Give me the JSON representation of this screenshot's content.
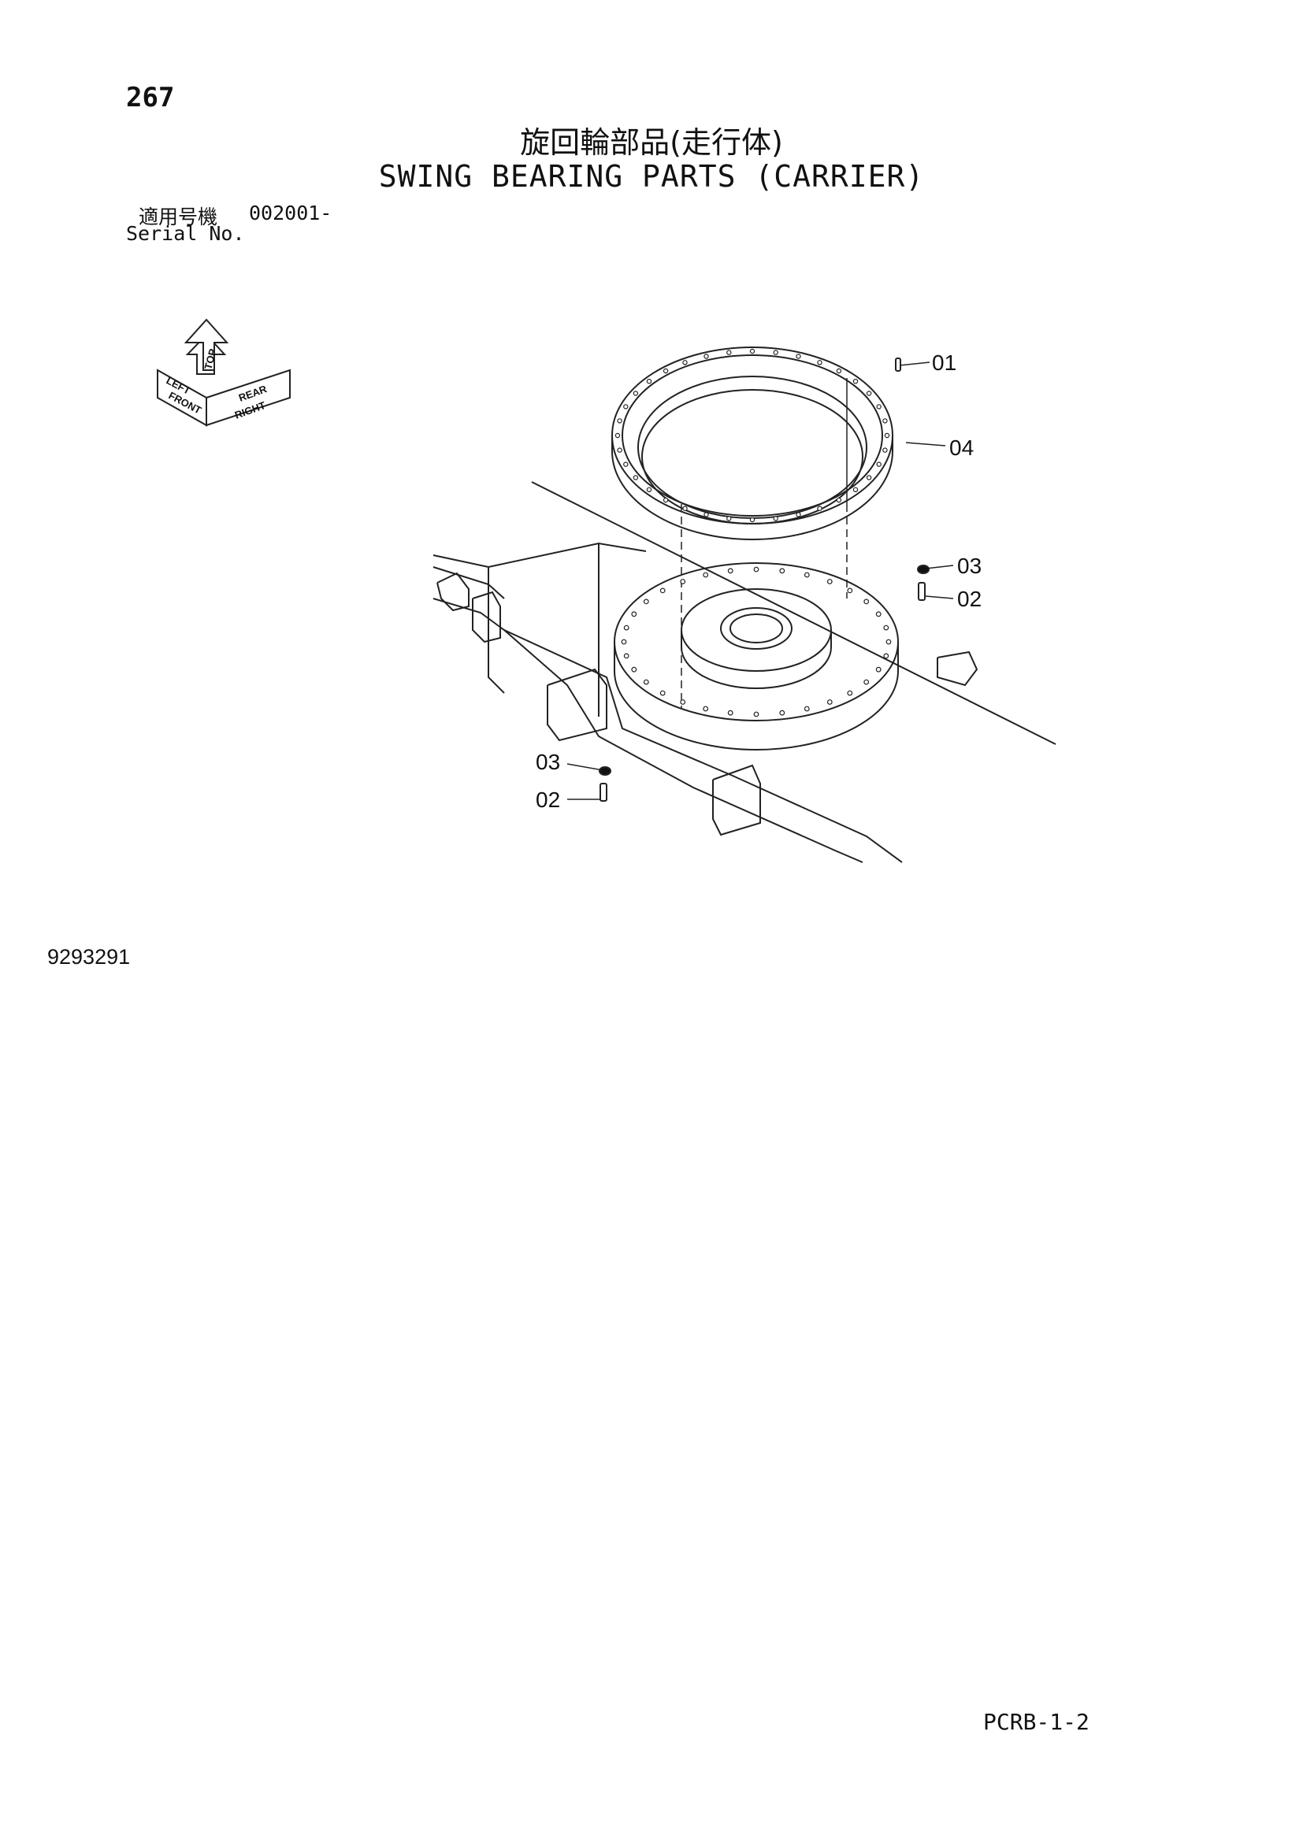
{
  "page_number": "267",
  "title_jp": "旋回輪部品(走行体)",
  "title_en": "SWING BEARING PARTS (CARRIER)",
  "serial": {
    "label_jp": "適用号機",
    "range": "002001-",
    "label_en": "Serial No."
  },
  "orientation_icon": {
    "front": "FRONT",
    "right": "RIGHT",
    "top": "TOP",
    "left": "LEFT",
    "rear": "REAR"
  },
  "callouts": [
    "01",
    "04",
    "03",
    "02",
    "03",
    "02"
  ],
  "drawing_id": "9293291",
  "page_code": "PCRB-1-2"
}
